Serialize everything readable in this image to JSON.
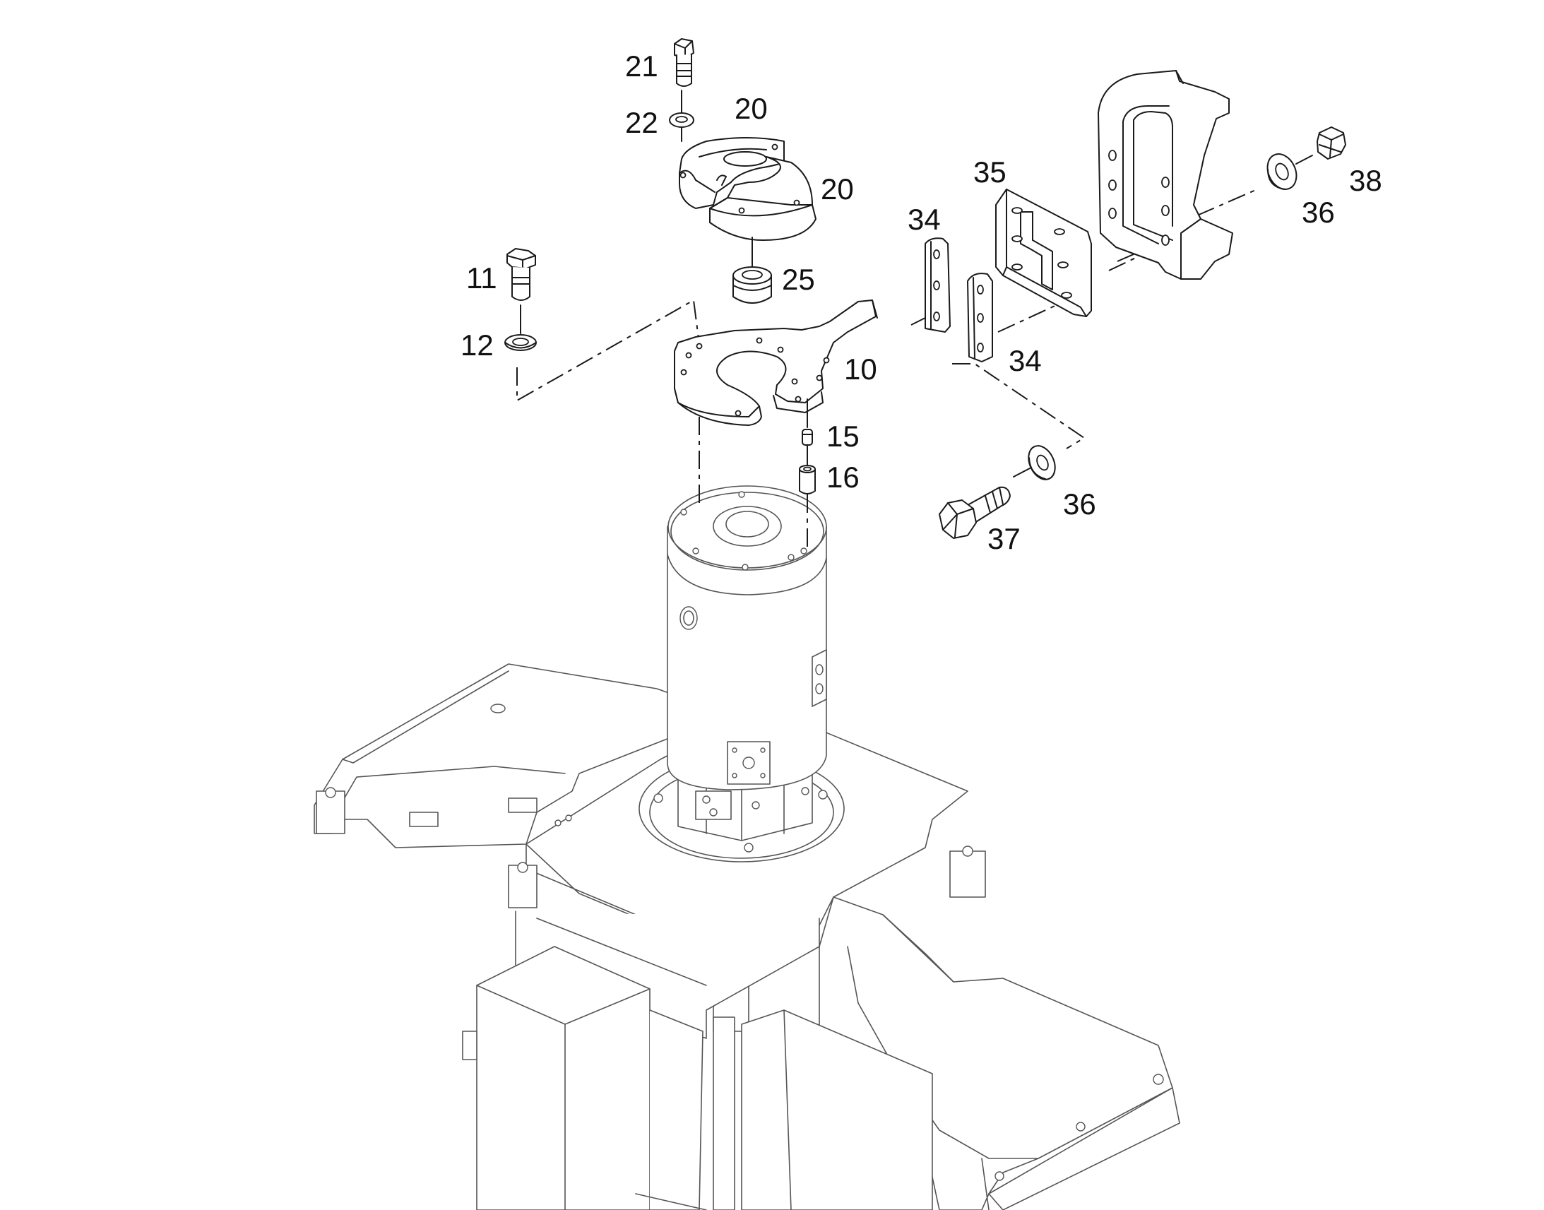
{
  "callouts": {
    "c10": "10",
    "c11": "11",
    "c12": "12",
    "c15": "15",
    "c16": "16",
    "c20a": "20",
    "c20b": "20",
    "c21": "21",
    "c22": "22",
    "c25": "25",
    "c34a": "34",
    "c34b": "34",
    "c35": "35",
    "c36a": "36",
    "c36b": "36",
    "c37": "37",
    "c38": "38"
  },
  "colors": {
    "ink": "#1a1a1a",
    "base_ink": "#555555",
    "paper": "#ffffff"
  }
}
